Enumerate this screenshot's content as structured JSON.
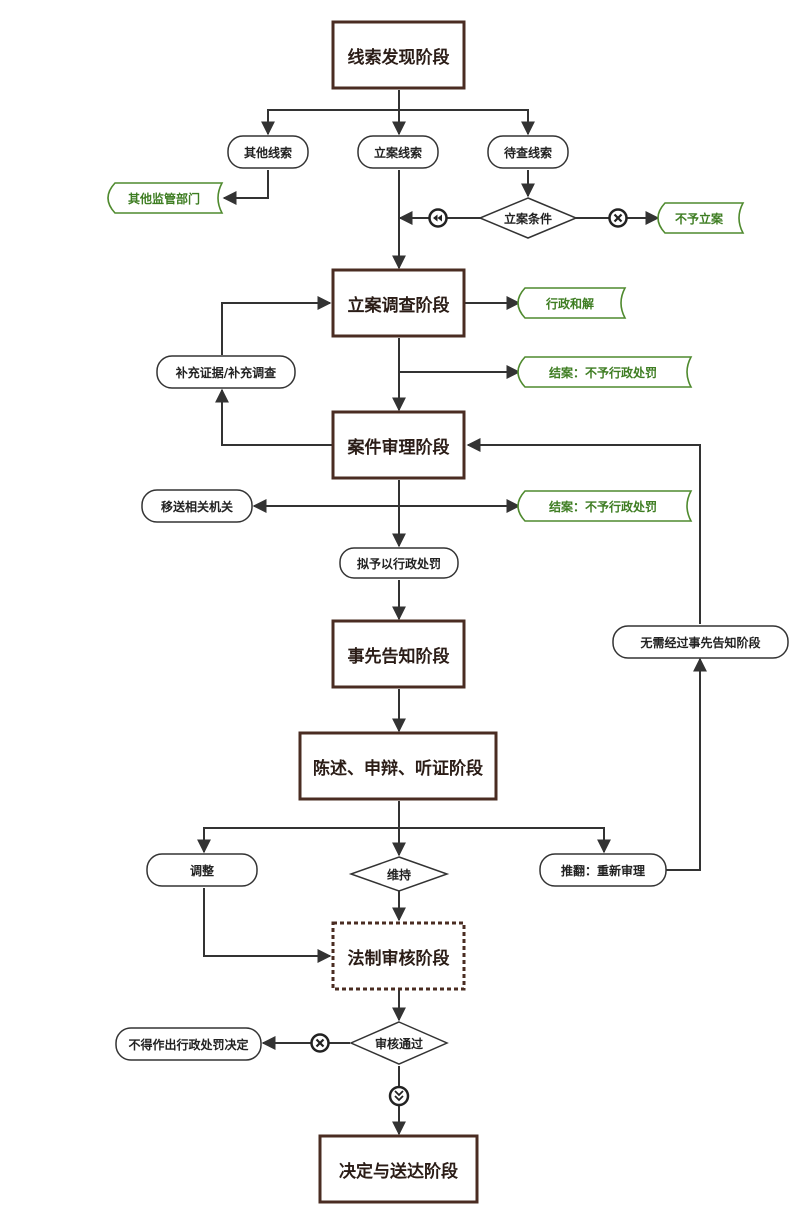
{
  "stages": {
    "clue": "线索发现阶段",
    "investigation": "立案调查阶段",
    "review": "案件审理阶段",
    "notice": "事先告知阶段",
    "hearing": "陈述、申辩、听证阶段",
    "legal_review": "法制审核阶段",
    "decision": "决定与送达阶段"
  },
  "nodes": {
    "other_clue": "其他线索",
    "case_clue": "立案线索",
    "pending_clue": "待查线索",
    "filing_condition": "立案条件",
    "supplement": "补充证据/补充调查",
    "transfer": "移送相关机关",
    "intend_penalty": "拟予以行政处罚",
    "no_notice_needed": "无需经过事先告知阶段",
    "adjust": "调整",
    "maintain": "维持",
    "overturn": "推翻：重新审理",
    "review_pass": "审核通过",
    "no_decision": "不得作出行政处罚决定"
  },
  "outcomes": {
    "other_dept": "其他监管部门",
    "no_filing": "不予立案",
    "admin_settlement": "行政和解",
    "close_no_penalty_1": "结案：不予行政处罚",
    "close_no_penalty_2": "结案：不予行政处罚"
  },
  "colors": {
    "stage_border": "#4a2c22",
    "line": "#333333",
    "outcome_green": "#4f8a2e"
  },
  "icons": {
    "back": "rewind-icon",
    "reject": "x-icon",
    "forward": "down-chevron-icon"
  }
}
